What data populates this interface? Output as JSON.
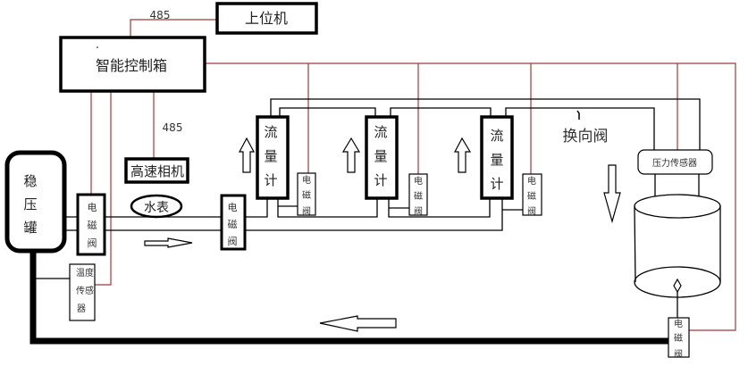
{
  "labels": {
    "host_computer": "上位机",
    "control_box": "智能控制箱",
    "rs485_top": "485",
    "rs485_camera": "485",
    "camera": "高速相机",
    "tank": [
      "稳",
      "压",
      "罐"
    ],
    "water_meter": "水表",
    "solenoid_valve": [
      "电",
      "磁",
      "阀"
    ],
    "flow_meter": [
      "流",
      "量",
      "计"
    ],
    "temp_sensor": [
      "温度",
      "传感",
      "器"
    ],
    "reversing_valve": "换向阀",
    "pressure_sensor": "压力传感器"
  },
  "colors": {
    "signal_line": "#a0393a",
    "pipe_line": "#000000"
  }
}
